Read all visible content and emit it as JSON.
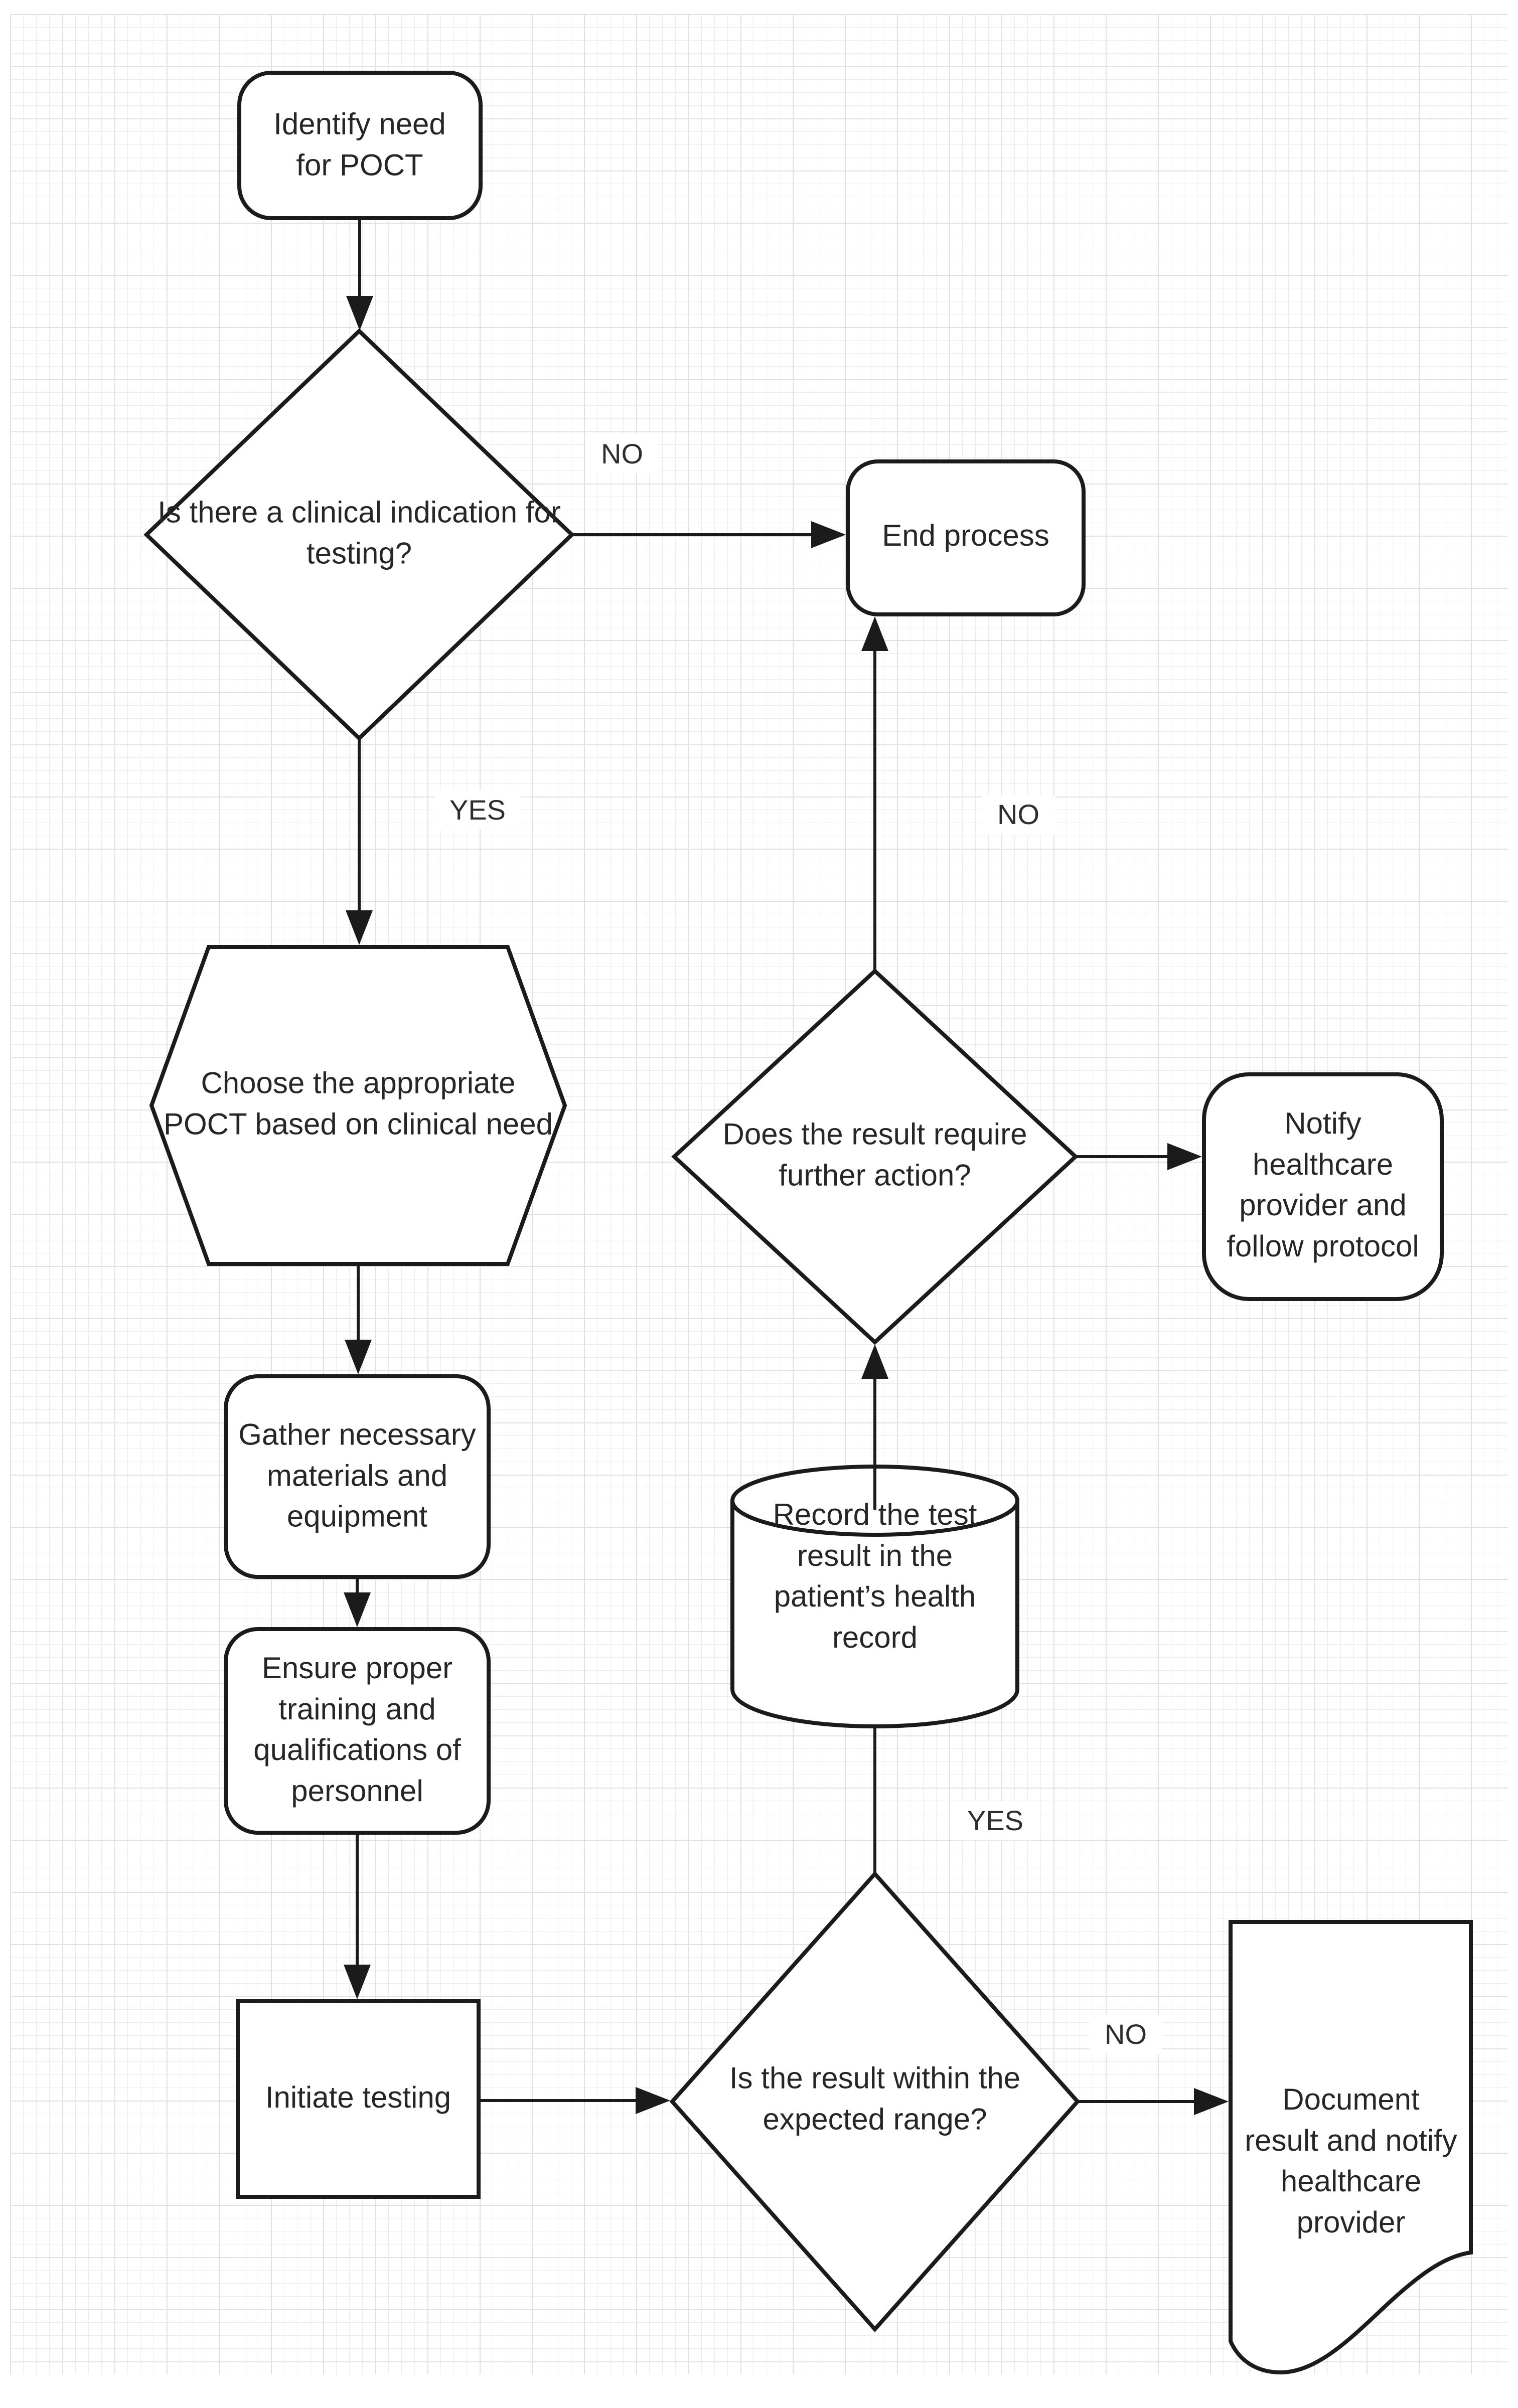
{
  "diagram": {
    "type": "flowchart",
    "subject": "Point-of-care testing (POCT) process",
    "nodes": {
      "identify_need": {
        "label": "Identify need\nfor POCT",
        "shape": "rounded-rectangle",
        "role": "start"
      },
      "clinical_indication": {
        "label": "Is there a clinical indication for\ntesting?",
        "shape": "diamond",
        "role": "decision"
      },
      "end_process": {
        "label": "End process",
        "shape": "rounded-rectangle",
        "role": "terminator"
      },
      "choose_poct": {
        "label": "Choose the appropriate\nPOCT based on clinical need",
        "shape": "hexagon",
        "role": "preparation"
      },
      "gather_materials": {
        "label": "Gather necessary\nmaterials and\nequipment",
        "shape": "rounded-rectangle",
        "role": "process"
      },
      "ensure_training": {
        "label": "Ensure proper\ntraining and\nqualifications of\npersonnel",
        "shape": "rounded-rectangle",
        "role": "process"
      },
      "initiate_testing": {
        "label": "Initiate testing",
        "shape": "rectangle",
        "role": "process"
      },
      "expected_range": {
        "label": "Is the result within the\nexpected range?",
        "shape": "diamond",
        "role": "decision"
      },
      "document_result": {
        "label": "Document\nresult and notify\nhealthcare\nprovider",
        "shape": "document",
        "role": "document"
      },
      "record_result": {
        "label": "Record the test\nresult in the\npatient’s health\nrecord",
        "shape": "cylinder",
        "role": "stored-data"
      },
      "further_action": {
        "label": "Does the result require\nfurther action?",
        "shape": "diamond",
        "role": "decision"
      },
      "notify_provider": {
        "label": "Notify\nhealthcare\nprovider and\nfollow protocol",
        "shape": "rounded-rectangle",
        "role": "process"
      }
    },
    "edges": [
      {
        "from": "identify_need",
        "to": "clinical_indication",
        "label": ""
      },
      {
        "from": "clinical_indication",
        "to": "end_process",
        "label": "NO"
      },
      {
        "from": "clinical_indication",
        "to": "choose_poct",
        "label": "YES"
      },
      {
        "from": "choose_poct",
        "to": "gather_materials",
        "label": ""
      },
      {
        "from": "gather_materials",
        "to": "ensure_training",
        "label": ""
      },
      {
        "from": "ensure_training",
        "to": "initiate_testing",
        "label": ""
      },
      {
        "from": "initiate_testing",
        "to": "expected_range",
        "label": ""
      },
      {
        "from": "expected_range",
        "to": "document_result",
        "label": "NO"
      },
      {
        "from": "expected_range",
        "to": "record_result",
        "label": "YES"
      },
      {
        "from": "record_result",
        "to": "further_action",
        "label": ""
      },
      {
        "from": "further_action",
        "to": "end_process",
        "label": "NO"
      },
      {
        "from": "further_action",
        "to": "notify_provider",
        "label": ""
      }
    ],
    "colors": {
      "stroke": "#1b1b1b",
      "node_fill": "#ffffff",
      "text": "#262626",
      "grid_line": "#ececf0",
      "grid_line_major": "#e0e0e6",
      "background": "#ffffff"
    }
  }
}
